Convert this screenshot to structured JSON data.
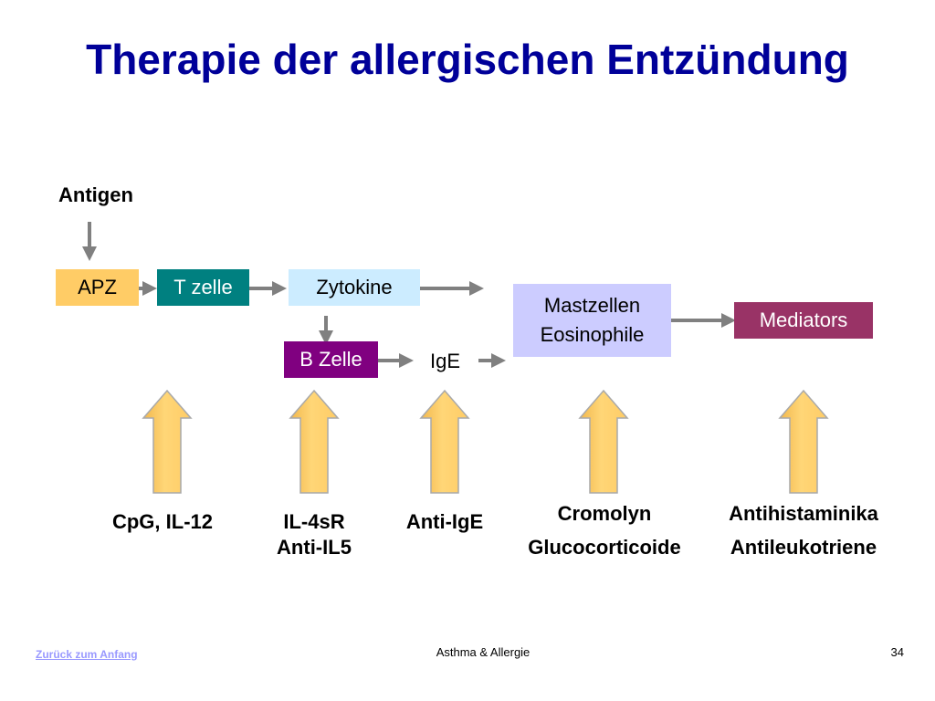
{
  "title": "Therapie der allergischen Entzündung",
  "diagram": {
    "antigen": "Antigen",
    "apz": "APZ",
    "t_zelle": "T zelle",
    "zytokine": "Zytokine",
    "b_zelle": "B Zelle",
    "ige": "IgE",
    "mastzellen": "Mastzellen",
    "eosinophile": "Eosinophile",
    "mediators": "Mediators"
  },
  "therapies": {
    "cpg": "CpG, IL-12",
    "il4sr": "IL-4sR",
    "anti_il5": "Anti-IL5",
    "anti_ige": "Anti-IgE",
    "cromolyn": "Cromolyn",
    "glucocorticoide": "Glucocorticoide",
    "antihistaminika": "Antihistaminika",
    "antileukotriene": "Antileukotriene"
  },
  "footer": {
    "back_link": "Zurück zum Anfang",
    "center": "Asthma & Allergie",
    "page": "34"
  },
  "colors": {
    "title": "#000099",
    "apz": "#FFCC66",
    "t_zelle": "#008080",
    "zytokine": "#CCECFF",
    "b_zelle": "#800080",
    "mastzellen": "#CCCCFF",
    "mediators": "#993366",
    "up_arrow": "#FFCC66",
    "flow_arrow": "#808080"
  }
}
